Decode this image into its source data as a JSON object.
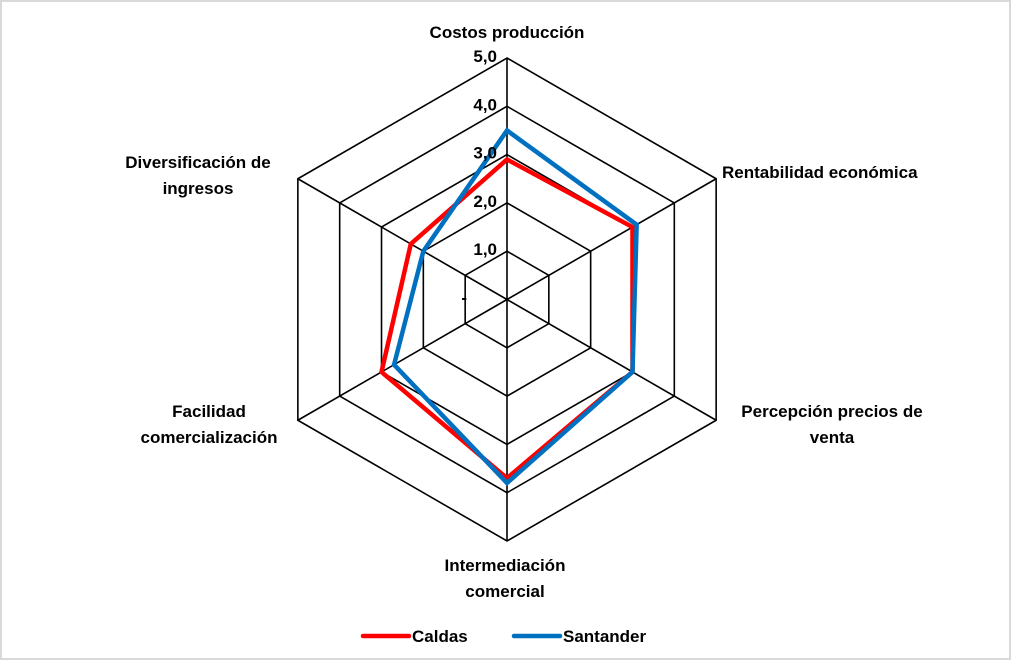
{
  "chart_data": {
    "type": "radar",
    "title": "",
    "categories": [
      "Costos producción",
      "Rentabilidad económica",
      "Percepción precios de venta",
      "Intermediación comercial",
      "Facilidad comercialización",
      "Diversificación de ingresos"
    ],
    "category_label_lines": [
      [
        "Costos producción"
      ],
      [
        "Rentabilidad económica"
      ],
      [
        "Percepción precios de",
        "venta"
      ],
      [
        "Intermediación",
        "comercial"
      ],
      [
        "Facilidad",
        "comercialización"
      ],
      [
        "Diversificación de",
        "ingresos"
      ]
    ],
    "series": [
      {
        "name": "Caldas",
        "color": "#ff0000",
        "values": [
          2.9,
          3.0,
          3.0,
          3.7,
          3.0,
          2.3
        ]
      },
      {
        "name": "Santander",
        "color": "#0070c0",
        "values": [
          3.5,
          3.1,
          3.0,
          3.8,
          2.7,
          2.0
        ]
      }
    ],
    "rlim": [
      0,
      5
    ],
    "ticks": [
      0,
      1,
      2,
      3,
      4,
      5
    ],
    "tick_labels": [
      "-",
      "1,0",
      "2,0",
      "3,0",
      "4,0",
      "5,0"
    ],
    "grid": true,
    "legend": {
      "position": "bottom",
      "entries": [
        "Caldas",
        "Santander"
      ]
    }
  }
}
